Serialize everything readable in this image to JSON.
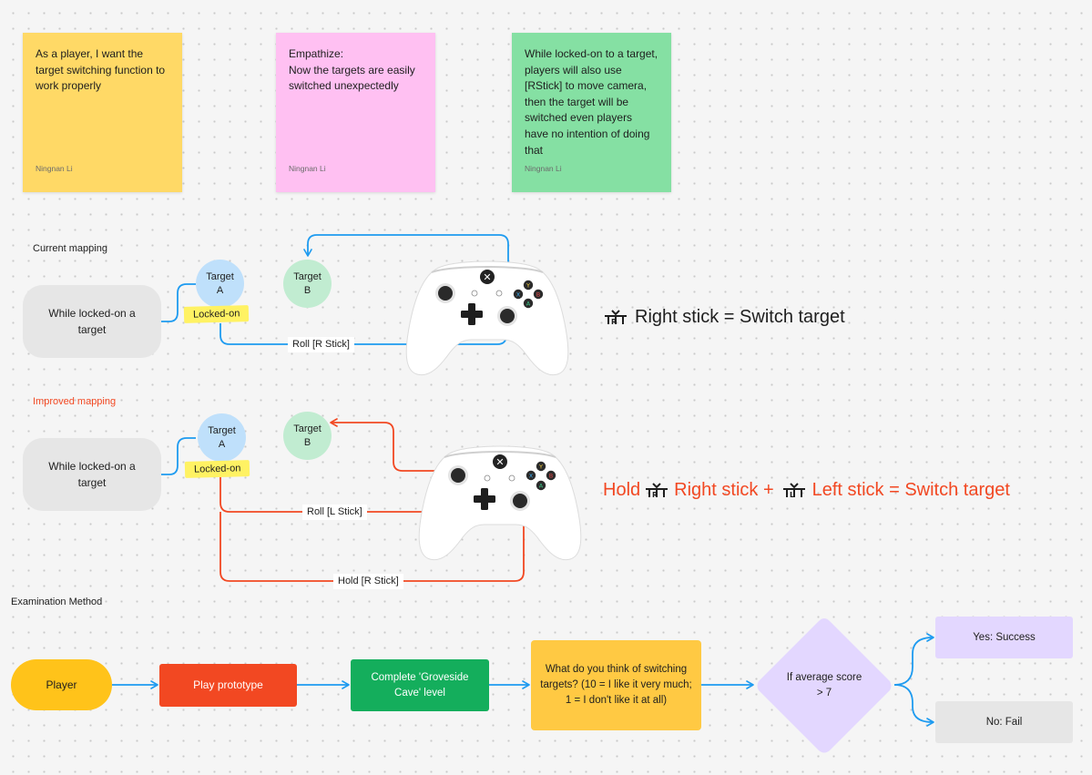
{
  "sticky_notes": [
    {
      "text": "As a player, I want the target switching function to work properly",
      "author": "Ningnan Li",
      "color": "#ffd966"
    },
    {
      "text": "Empathize:\nNow the targets are easily switched unexpectedly",
      "author": "Ningnan Li",
      "color": "#ffc0f2"
    },
    {
      "text": "While locked-on to a target, players will also use [RStick] to move camera, then the target will be switched even players have no intention of doing that",
      "author": "Ningnan Li",
      "color": "#85e0a3"
    }
  ],
  "current": {
    "section_label": "Current mapping",
    "state_text": "While locked-on a target",
    "target_a": "Target\nA",
    "target_b": "Target\nB",
    "locked_tag": "Locked-on",
    "roll_label": "Roll [R Stick]",
    "mapping": "Right stick = Switch target"
  },
  "improved": {
    "section_label": "Improved mapping",
    "state_text": "While locked-on a target",
    "target_a": "Target\nA",
    "target_b": "Target\nB",
    "locked_tag": "Locked-on",
    "roll_label": "Roll [L Stick]",
    "hold_label": "Hold [R Stick]",
    "mapping_hold": "Hold",
    "mapping_right": "Right stick +",
    "mapping_left": "Left stick = Switch target"
  },
  "examination": {
    "section_label": "Examination Method",
    "player": "Player",
    "play": "Play prototype",
    "complete": "Complete 'Groveside Cave' level",
    "question": "What do you think of switching targets?  (10 = I like it very much; 1 = I don't like it at all)",
    "decision": "If average score > 7",
    "yes": "Yes: Success",
    "no": "No: Fail"
  },
  "colors": {
    "blue_connector": "#1e9bf0",
    "orange_connector": "#f24822",
    "improved_text": "#f24822",
    "player_node": "#ffc31a",
    "play_node": "#f24822",
    "complete_node": "#14ae5c",
    "question_node": "#ffc943",
    "decision_node": "#e3d7ff",
    "yes_node": "#e3d7ff",
    "no_node": "#e6e6e6"
  },
  "icons": [
    "xbox-controller-icon",
    "right-stick-icon",
    "left-stick-icon"
  ]
}
